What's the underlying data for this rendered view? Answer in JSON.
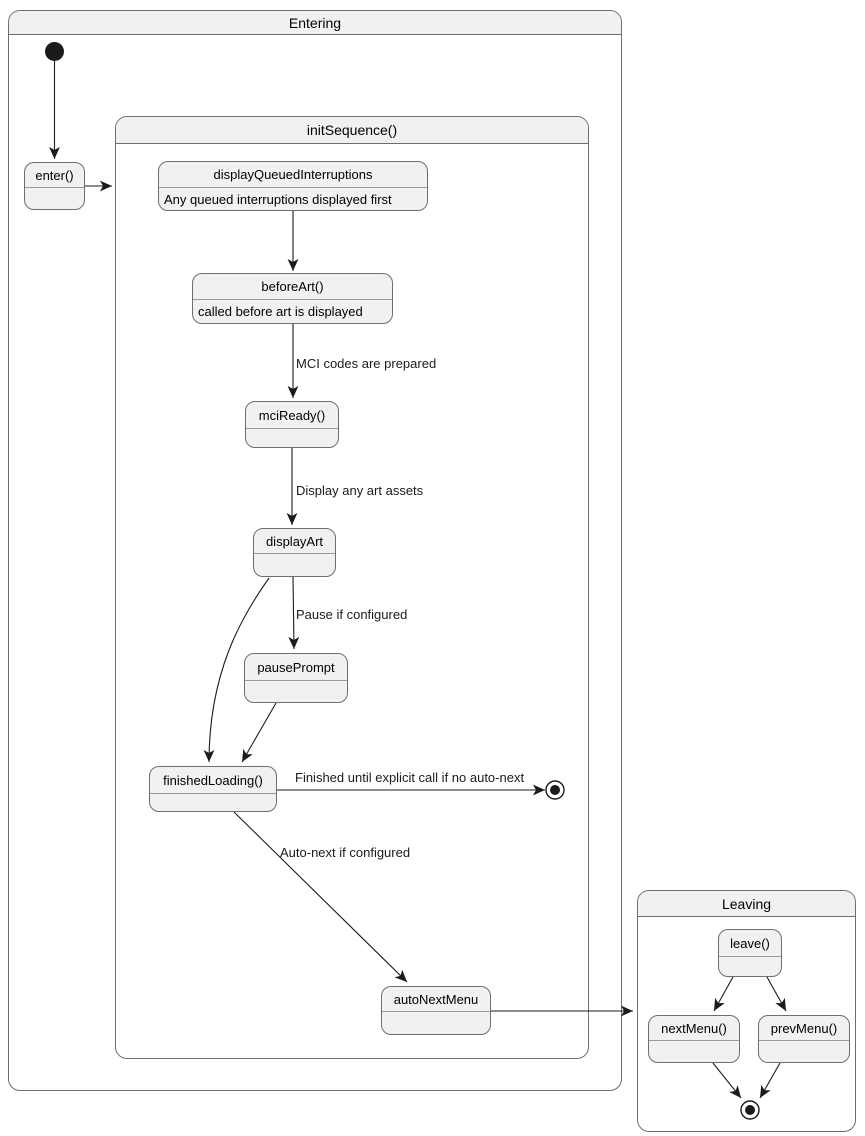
{
  "containers": {
    "entering": {
      "title": "Entering"
    },
    "init_sequence": {
      "title": "initSequence()"
    },
    "leaving": {
      "title": "Leaving"
    }
  },
  "states": {
    "enter": {
      "title": "enter()"
    },
    "display_queued_interruptions": {
      "title": "displayQueuedInterruptions",
      "body": "Any queued interruptions displayed first"
    },
    "before_art": {
      "title": "beforeArt()",
      "body": "called before art is displayed"
    },
    "mci_ready": {
      "title": "mciReady()"
    },
    "display_art": {
      "title": "displayArt"
    },
    "pause_prompt": {
      "title": "pausePrompt"
    },
    "finished_loading": {
      "title": "finishedLoading()"
    },
    "auto_next_menu": {
      "title": "autoNextMenu"
    },
    "leave": {
      "title": "leave()"
    },
    "next_menu": {
      "title": "nextMenu()"
    },
    "prev_menu": {
      "title": "prevMenu()"
    }
  },
  "edge_labels": {
    "mci_codes": "MCI codes are prepared",
    "display_assets": "Display any art assets",
    "pause_if_configured": "Pause if configured",
    "finished_until": "Finished until explicit call if no auto-next",
    "auto_next": "Auto-next if configured"
  },
  "colors": {
    "background": "#ffffff",
    "state_fill": "#f1f1f1",
    "state_border": "#6e6e6e",
    "divider": "#9b9b9b",
    "arrow": "#1b1b1b",
    "text": "#000000"
  }
}
